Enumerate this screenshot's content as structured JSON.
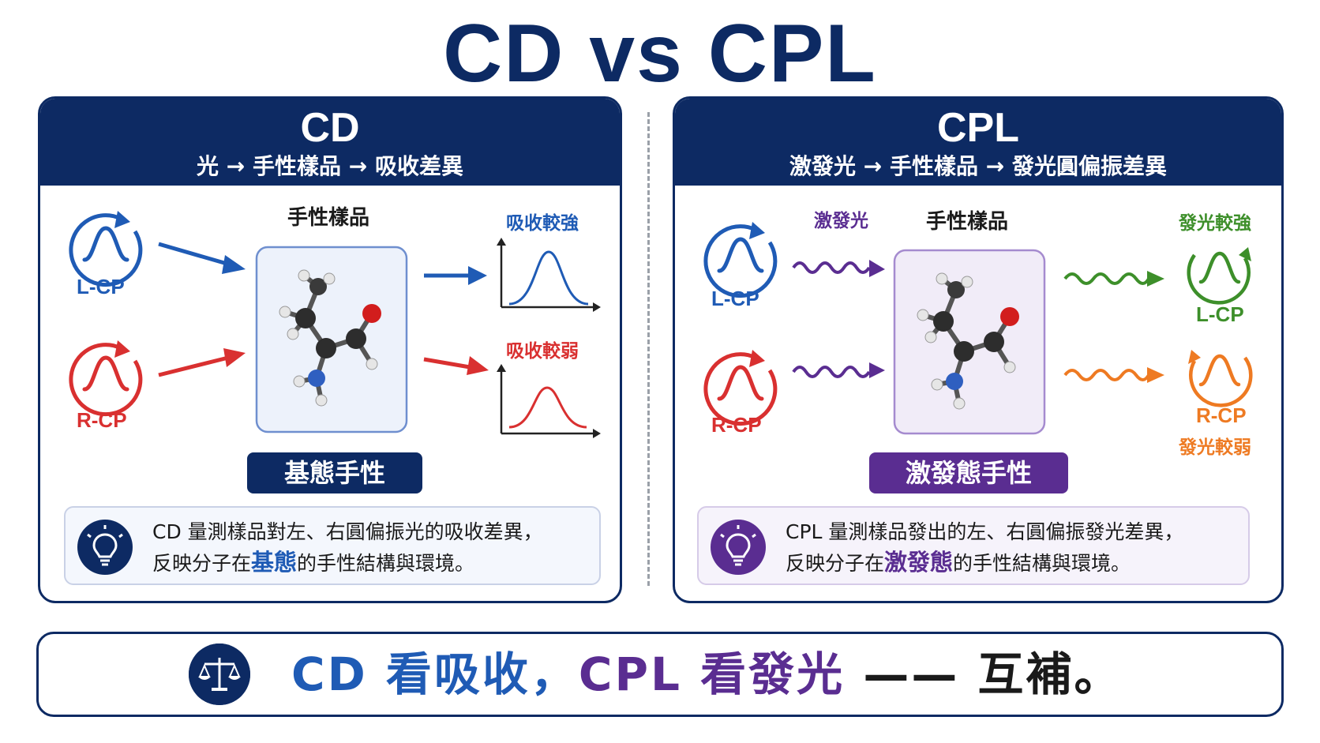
{
  "title": "CD vs CPL",
  "cd": {
    "heading": "CD",
    "subtitle": "光 → 手性樣品 → 吸收差異",
    "lcp": "L-CP",
    "rcp": "R-CP",
    "sample": "手性樣品",
    "strong": "吸收較強",
    "weak": "吸收較弱",
    "badge": "基態手性",
    "note_line1": "CD 量測樣品對左、右圓偏振光的吸收差異，",
    "note_pre": "反映分子在",
    "note_em": "基態",
    "note_post": "的手性結構與環境。"
  },
  "cpl": {
    "heading": "CPL",
    "subtitle": "激發光 → 手性樣品 → 發光圓偏振差異",
    "excite": "激發光",
    "lcp_in": "L-CP",
    "rcp_in": "R-CP",
    "sample": "手性樣品",
    "strong": "發光較強",
    "weak": "發光較弱",
    "lcp_out": "L-CP",
    "rcp_out": "R-CP",
    "badge": "激發態手性",
    "note_line1": "CPL 量測樣品發出的左、右圓偏振發光差異，",
    "note_pre": "反映分子在",
    "note_em": "激發態",
    "note_post": "的手性結構與環境。"
  },
  "bottom": {
    "cd_part": "CD 看吸收，",
    "cpl_part": "CPL 看發光",
    "dash": " —— ",
    "end": "互補。"
  },
  "colors": {
    "navy": "#0d2a63",
    "blue": "#1f5bb5",
    "red": "#d93030",
    "purple": "#5a2d91",
    "green": "#3d8f2a",
    "orange": "#ee7a22"
  },
  "icons": [
    "circular-polarization-icon",
    "molecule-icon",
    "lightbulb-icon",
    "balance-scale-icon"
  ]
}
